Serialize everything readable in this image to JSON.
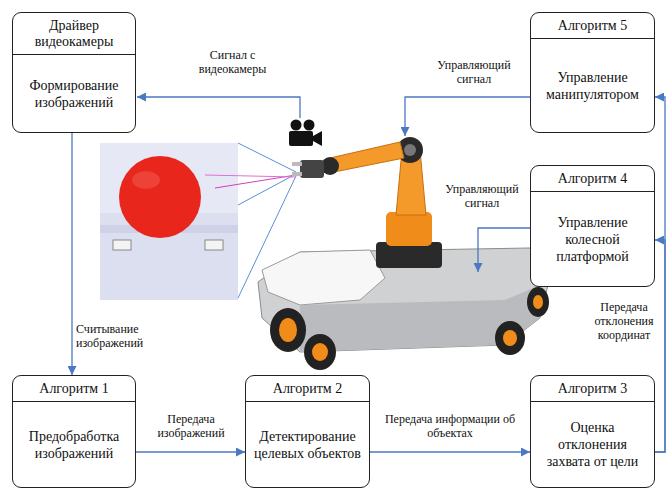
{
  "diagram": {
    "nodes": [
      {
        "text": [
          "Драйвер видеокамеры",
          "Формирование изображений"
        ]
      },
      {
        "text": [
          "Алгоритм 5",
          "Управление манипулятором"
        ]
      },
      {
        "text": [
          "Алгоритм 4",
          "Управление колесной платформой"
        ]
      },
      {
        "text": [
          "Алгоритм 1",
          "Предобработка изображений"
        ]
      },
      {
        "text": [
          "Алгоритм 2",
          "Детектирование целевых объектов"
        ]
      },
      {
        "text": [
          "Алгоритм 3",
          "Оценка отклонения захвата от цели"
        ]
      }
    ],
    "edges": [
      {
        "from": 0,
        "to": 3,
        "arrow": "to",
        "label": "Считывание изображений"
      },
      {
        "from": 3,
        "to": 4,
        "arrow": "to",
        "label": "Передача изображений"
      },
      {
        "from": 4,
        "to": 5,
        "arrow": "to",
        "label": "Передача информации об объектах"
      },
      {
        "from": 5,
        "to": 2,
        "arrow": "to",
        "label": "Передача отклонения координат"
      },
      {
        "from": 5,
        "to": 1,
        "arrow": "to"
      }
    ],
    "labels": [
      "Сигнал с видеокамеры",
      "Управляющий сигнал",
      "Управляющий сигнал"
    ]
  }
}
